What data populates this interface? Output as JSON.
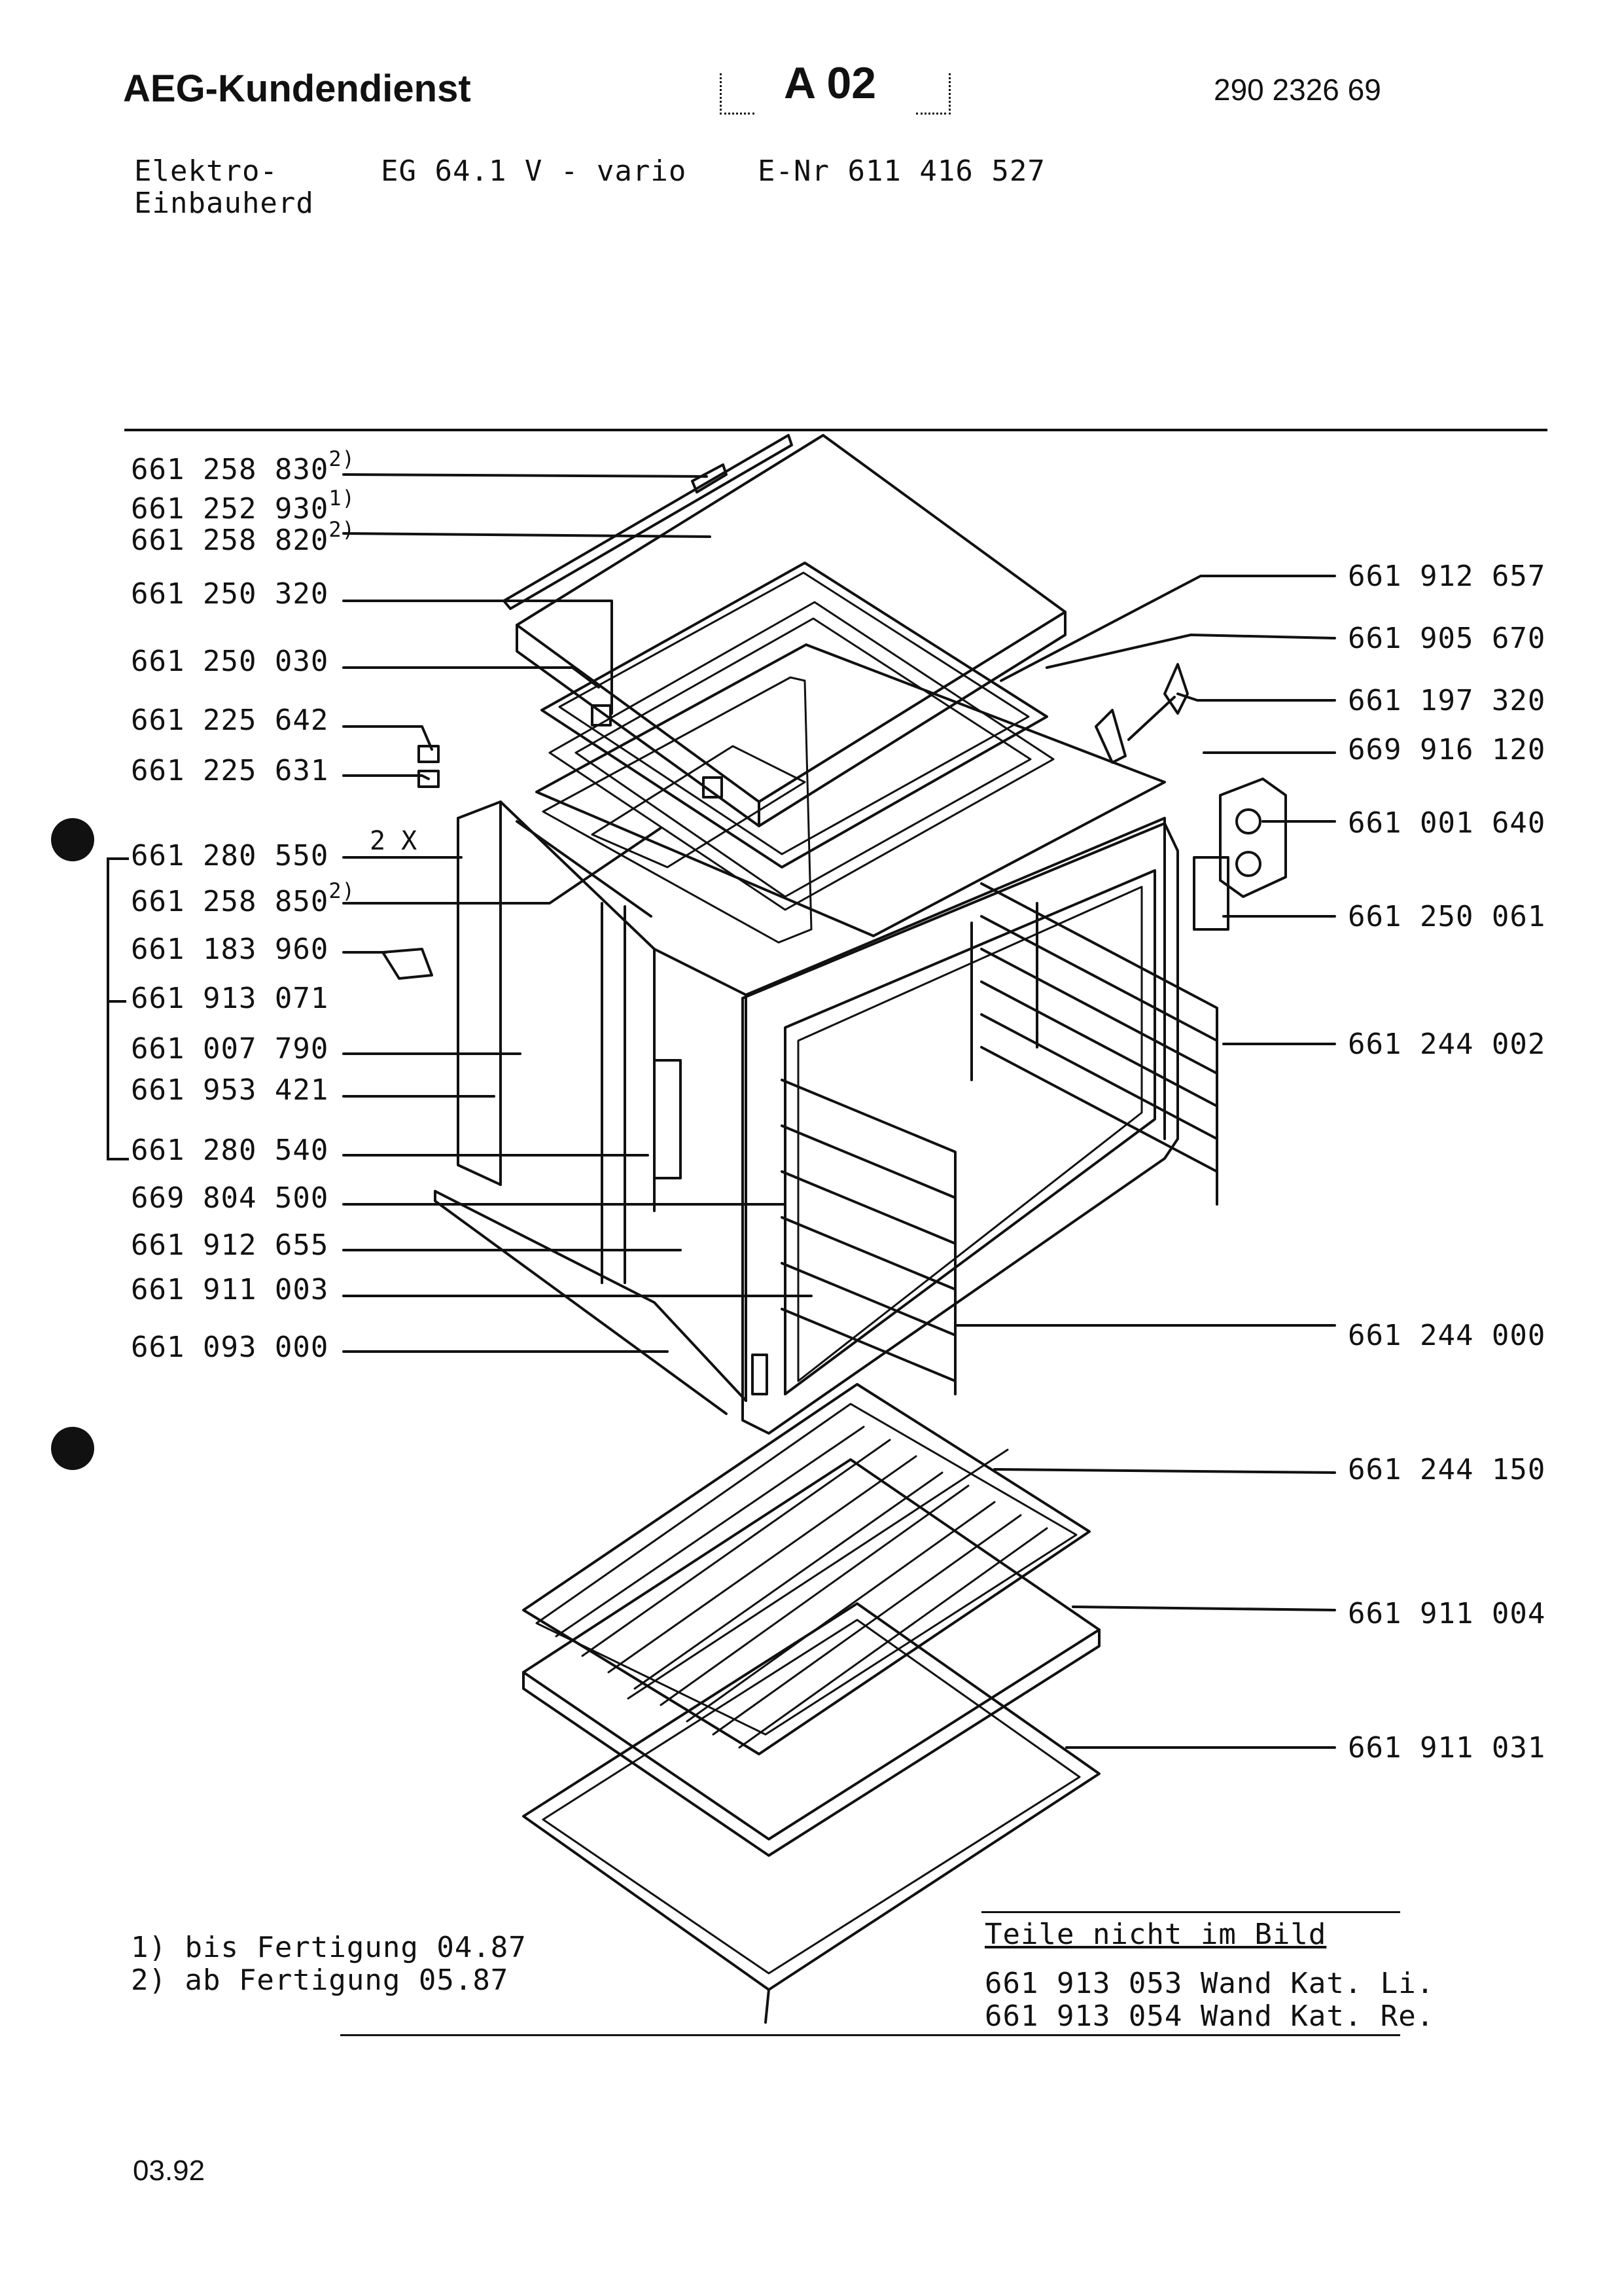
{
  "header": {
    "brand": "AEG-Kundendienst",
    "sheet": "A 02",
    "doc_number": "290 2326 69"
  },
  "product": {
    "type_line1": "Elektro-",
    "type_line2": "Einbauherd",
    "model": "EG 64.1  V - vario",
    "e_nr": "E-Nr 611 416 527"
  },
  "left_parts": [
    {
      "number": "661 258 830",
      "note": "2)"
    },
    {
      "number": "661 252 930",
      "note": "1)"
    },
    {
      "number": "661 258 820",
      "note": "2)"
    },
    {
      "number": "661 250 320",
      "note": ""
    },
    {
      "number": "661 250 030",
      "note": ""
    },
    {
      "number": "661 225 642",
      "note": ""
    },
    {
      "number": "661 225 631",
      "note": ""
    },
    {
      "number": "661 280 550",
      "note": ""
    },
    {
      "number": "661 258 850",
      "note": "2)"
    },
    {
      "number": "661 183 960",
      "note": ""
    },
    {
      "number": "661 913 071",
      "note": ""
    },
    {
      "number": "661 007 790",
      "note": ""
    },
    {
      "number": "661 953 421",
      "note": ""
    },
    {
      "number": "661 280 540",
      "note": ""
    },
    {
      "number": "669 804 500",
      "note": ""
    },
    {
      "number": "661 912 655",
      "note": ""
    },
    {
      "number": "661 911 003",
      "note": ""
    },
    {
      "number": "661 093 000",
      "note": ""
    }
  ],
  "right_parts": [
    "661 912 657",
    "661 905 670",
    "661 197 320",
    "669 916 120",
    "661 001 640",
    "661 250 061",
    "661 244 002",
    "661 244 000",
    "661 244 150",
    "661 911 004",
    "661 911 031"
  ],
  "quantity_marker": "2 X",
  "footnotes": [
    "1) bis Fertigung 04.87",
    "2) ab  Fertigung 05.87"
  ],
  "not_shown": {
    "title": "Teile nicht im Bild",
    "items": [
      "661 913 053 Wand Kat. Li.",
      "661 913 054 Wand Kat. Re."
    ]
  },
  "date": "03.92"
}
